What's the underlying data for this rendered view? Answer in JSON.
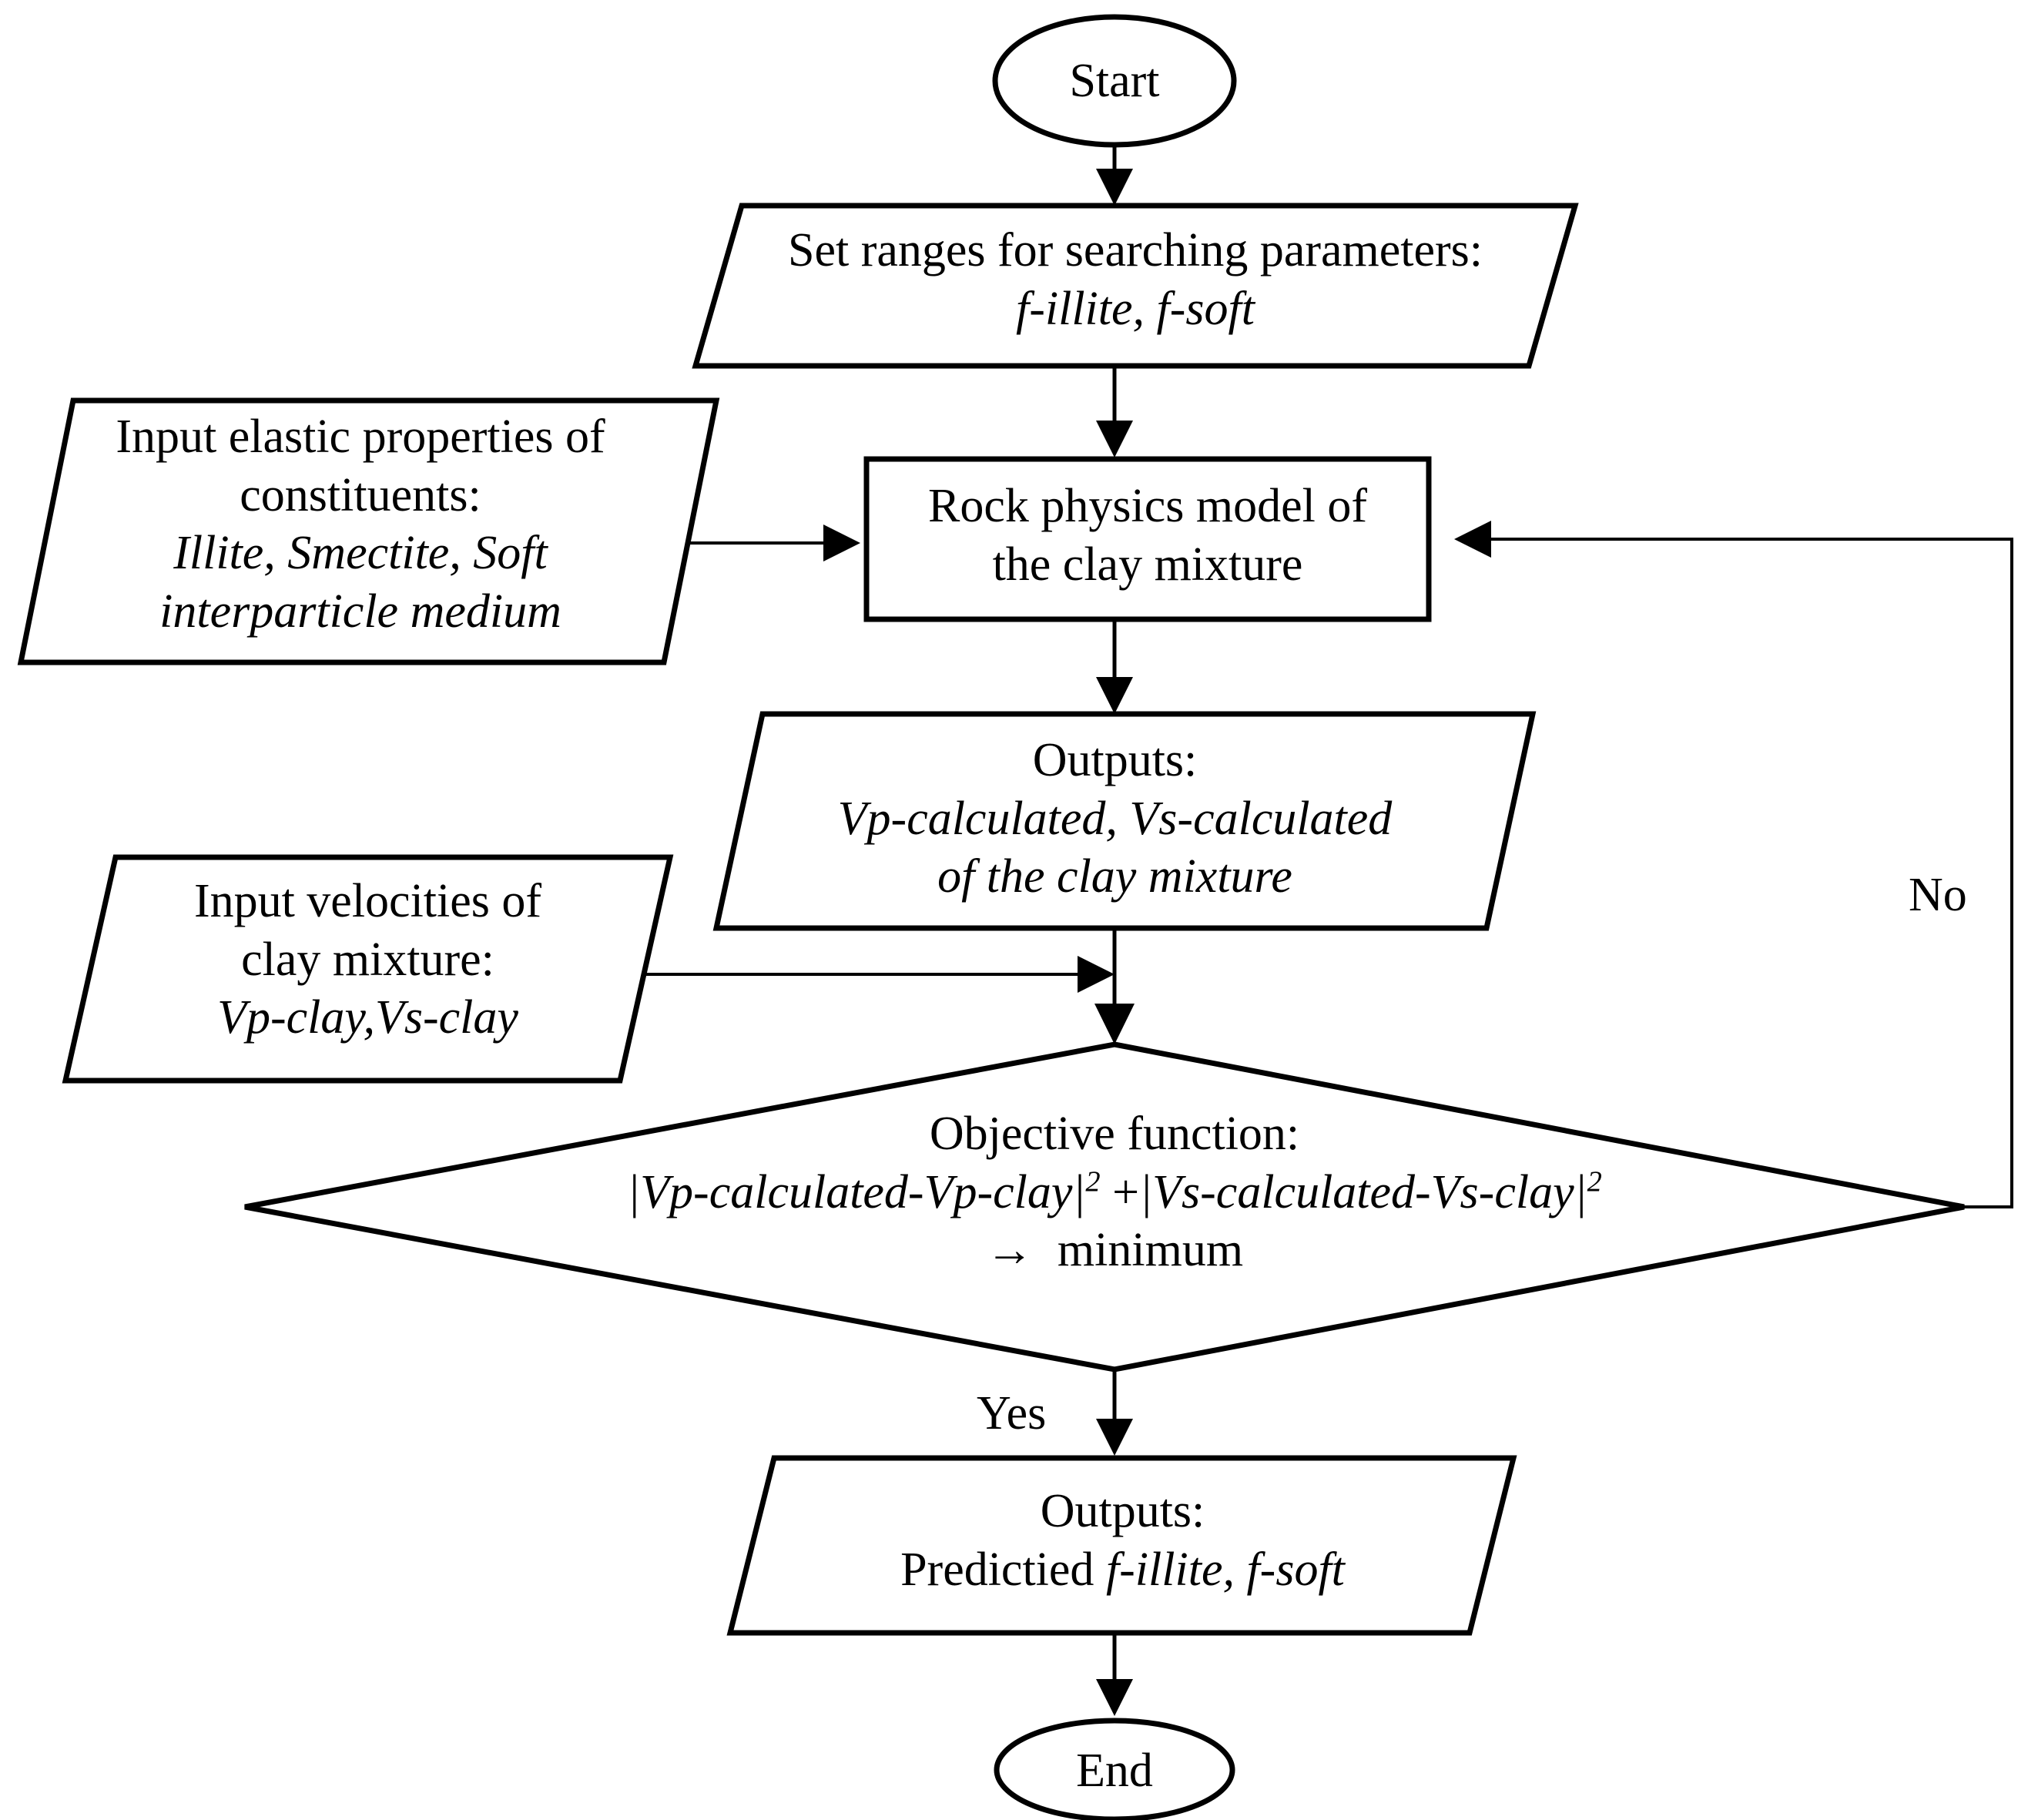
{
  "diagram": {
    "title": "Rock physics clay mixture inversion flowchart",
    "background_color": "#ffffff",
    "line_color": "#000000",
    "nodes": {
      "start": {
        "shape": "ellipse",
        "label": "Start"
      },
      "set_ranges": {
        "shape": "parallelogram",
        "line1": "Set ranges for searching parameters:",
        "line2_italic": "f-illite, f-soft"
      },
      "input_elastic": {
        "shape": "parallelogram",
        "line1": "Input elastic properties of",
        "line2": "constituents:",
        "line3_italic": "Illite, Smectite, Soft",
        "line4_italic": "interparticle medium"
      },
      "rock_physics": {
        "shape": "rectangle",
        "line1": "Rock physics model of",
        "line2": "the clay mixture"
      },
      "outputs_velocities": {
        "shape": "parallelogram",
        "line1": "Outputs:",
        "line2_italic": "Vp-calculated, Vs-calculated",
        "line3_italic": "of the clay mixture"
      },
      "input_velocities": {
        "shape": "parallelogram",
        "line1": "Input velocities of",
        "line2": "clay mixture:",
        "line3_italic": "Vp-clay,Vs-clay"
      },
      "objective": {
        "shape": "diamond",
        "line1": "Objective function:",
        "line2_formula_a": "|Vp-calculated-Vp-clay|",
        "line2_sup_a": "2",
        "line2_plus": " +",
        "line2_formula_b": "|Vs-calculated-Vs-clay|",
        "line2_sup_b": "2",
        "line3_arrow": "→",
        "line3_text": "minimum"
      },
      "outputs_predicted": {
        "shape": "parallelogram",
        "line1": "Outputs:",
        "line2_prefix": "Predictied ",
        "line2_italic": "f-illite, f-soft"
      },
      "end": {
        "shape": "ellipse",
        "label": "End"
      }
    },
    "edge_labels": {
      "no": "No",
      "yes": "Yes"
    }
  }
}
